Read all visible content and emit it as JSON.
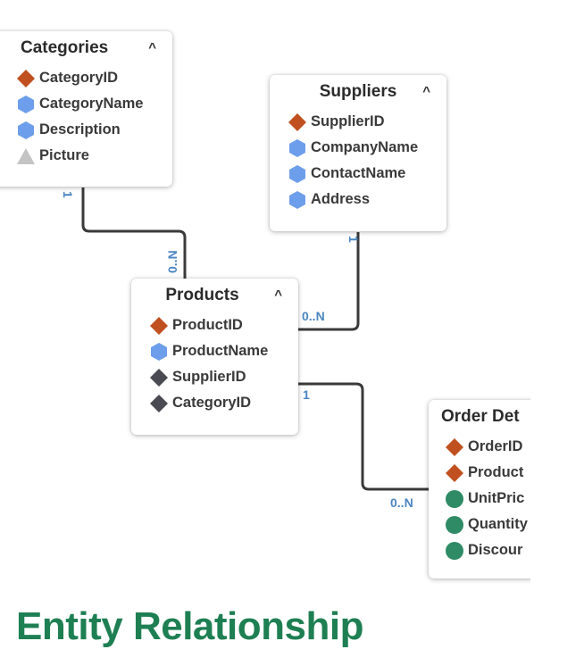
{
  "title": "Entity Relationship",
  "entities": {
    "categories": {
      "name": "Categories",
      "fields": [
        {
          "name": "CategoryID",
          "icon": "primary-key-icon"
        },
        {
          "name": "CategoryName",
          "icon": "text-field-icon"
        },
        {
          "name": "Description",
          "icon": "text-field-icon"
        },
        {
          "name": "Picture",
          "icon": "image-field-icon"
        }
      ]
    },
    "suppliers": {
      "name": "Suppliers",
      "fields": [
        {
          "name": "SupplierID",
          "icon": "primary-key-icon"
        },
        {
          "name": "CompanyName",
          "icon": "text-field-icon"
        },
        {
          "name": "ContactName",
          "icon": "text-field-icon"
        },
        {
          "name": "Address",
          "icon": "text-field-icon"
        }
      ]
    },
    "products": {
      "name": "Products",
      "fields": [
        {
          "name": "ProductID",
          "icon": "primary-key-icon"
        },
        {
          "name": "ProductName",
          "icon": "text-field-icon"
        },
        {
          "name": "SupplierID",
          "icon": "foreign-key-icon"
        },
        {
          "name": "CategoryID",
          "icon": "foreign-key-icon"
        }
      ]
    },
    "order_details": {
      "name": "Order Det",
      "fields": [
        {
          "name": "OrderID",
          "icon": "primary-key-icon"
        },
        {
          "name": "Product",
          "icon": "primary-key-icon"
        },
        {
          "name": "UnitPric",
          "icon": "numeric-field-icon"
        },
        {
          "name": "Quantity",
          "icon": "numeric-field-icon"
        },
        {
          "name": "Discour",
          "icon": "numeric-field-icon"
        }
      ]
    }
  },
  "cardinality": {
    "one": "1",
    "many": "0..N"
  },
  "collapse_glyph": "^",
  "colors": {
    "primary_key": "#c0501f",
    "text_field": "#6d9eeb",
    "foreign_key": "#4a4a52",
    "image_field": "#c4c4c4",
    "numeric_field": "#2e8b65",
    "connector": "#3a3a3a",
    "cardinality_label": "#4b86c2",
    "title": "#1e7f53"
  }
}
